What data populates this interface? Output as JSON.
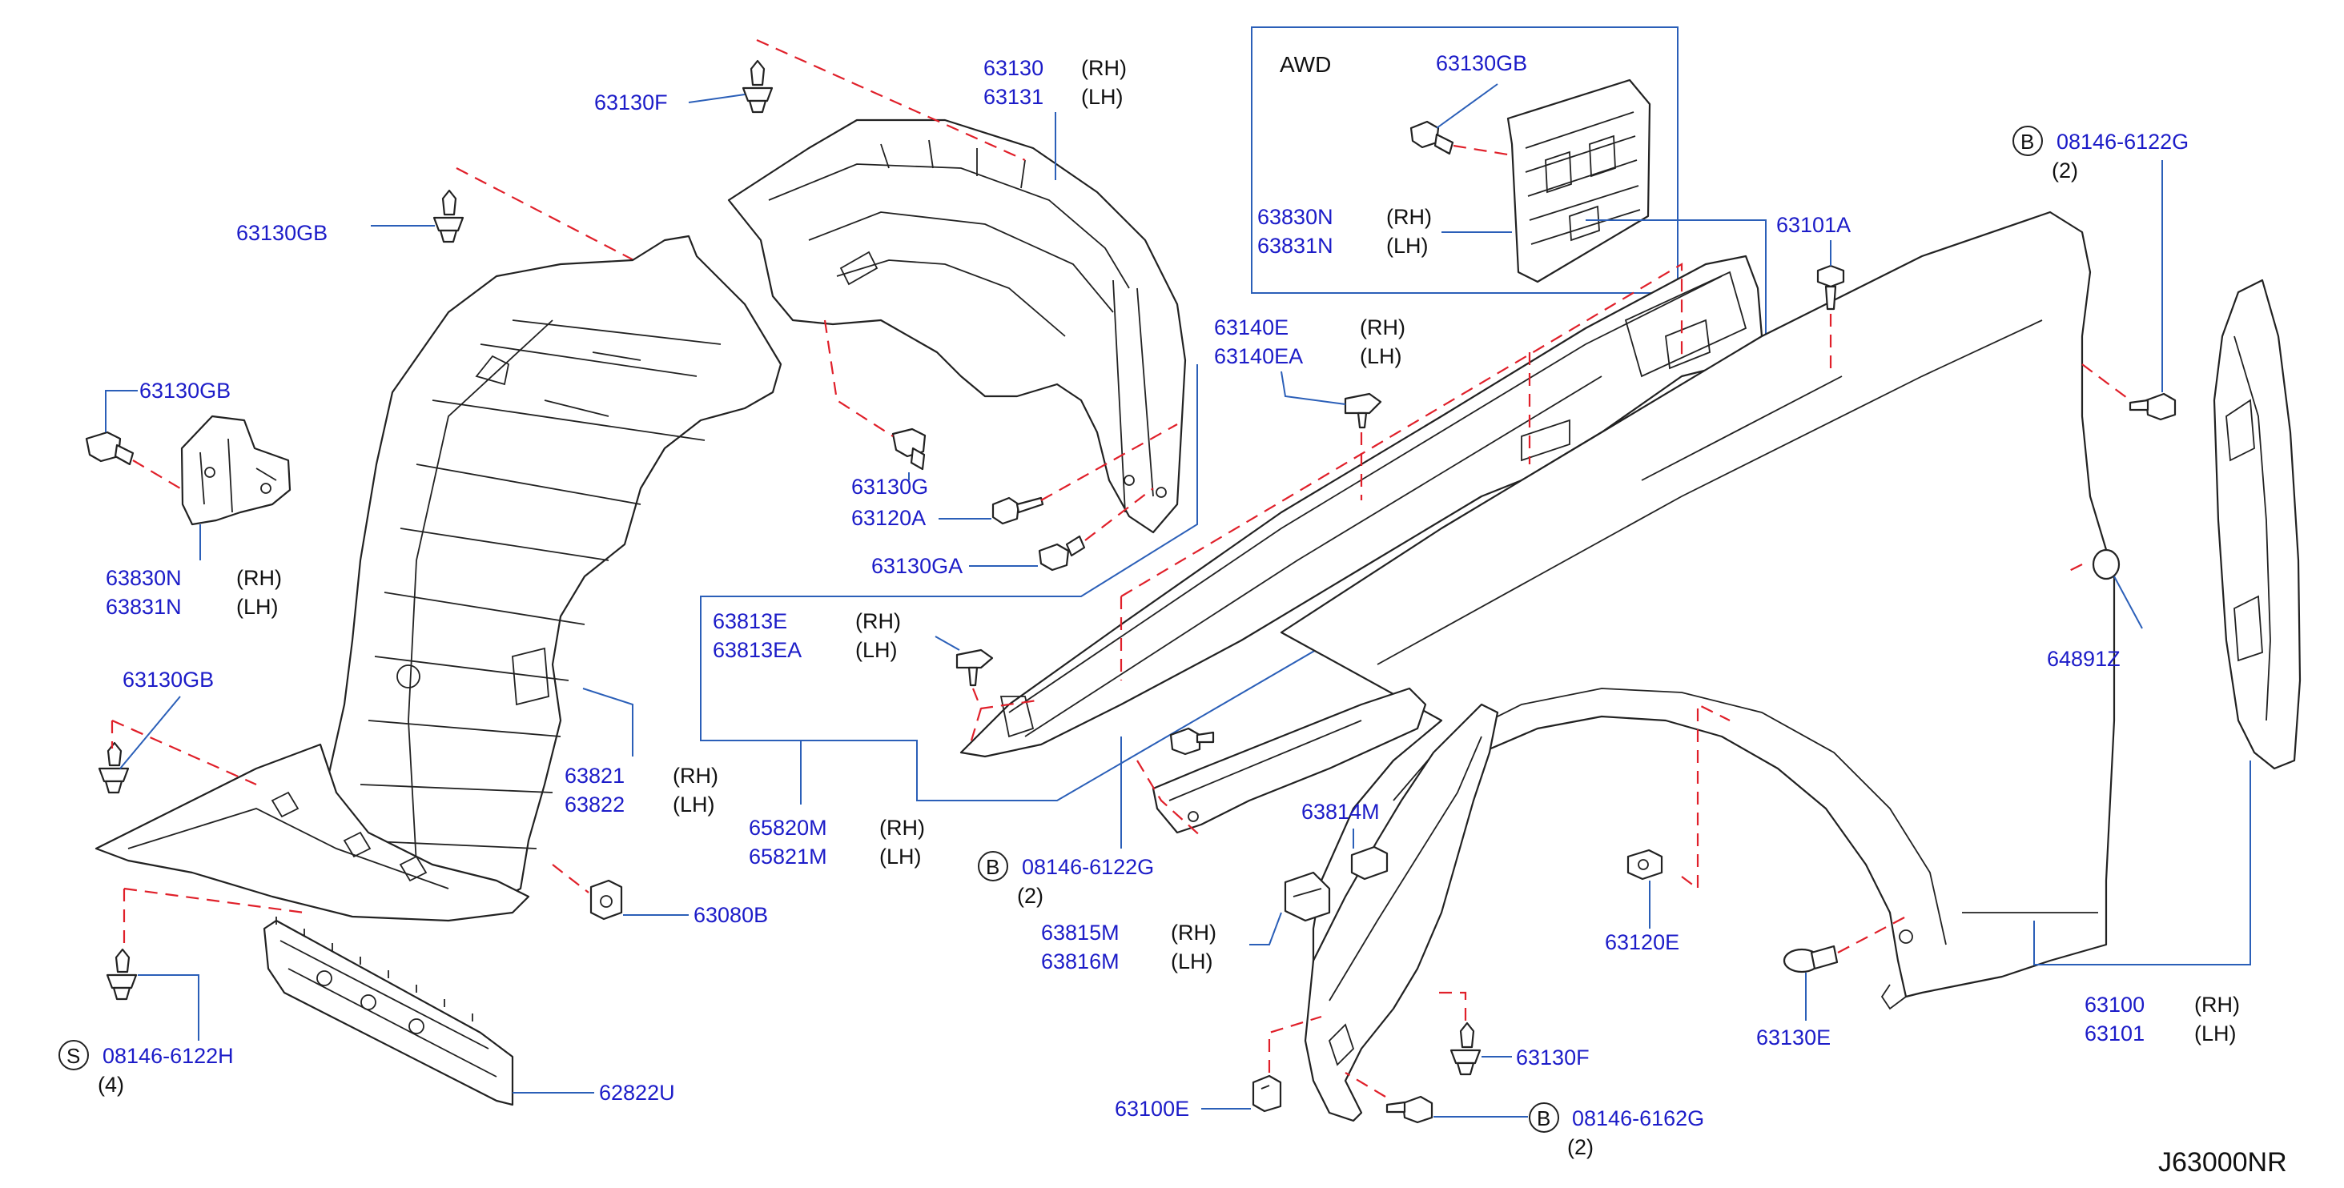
{
  "diagram_code": "J63000NR",
  "awd_box": {
    "header": "AWD",
    "part_a": "63130GB",
    "part_b_rh": "63830N",
    "part_b_lh": "63831N"
  },
  "sides": {
    "rh": "(RH)",
    "lh": "(LH)"
  },
  "labels": {
    "p63130F_top": "63130F",
    "p63130": "63130",
    "p63131": "63131",
    "p63130GB_1": "63130GB",
    "p63130GB_2": "63130GB",
    "p63130GB_3": "63130GB",
    "p63830N": "63830N",
    "p63831N": "63831N",
    "p63130G": "63130G",
    "p63120A": "63120A",
    "p63130GA": "63130GA",
    "p63140E": "63140E",
    "p63140EA": "63140EA",
    "p63101A": "63101A",
    "p08146_6122G_top": "08146-6122G",
    "p08146_6122G_mid": "08146-6122G",
    "p64891Z": "64891Z",
    "p63813E": "63813E",
    "p63813EA": "63813EA",
    "p63821": "63821",
    "p63822": "63822",
    "p65820M": "65820M",
    "p65821M": "65821M",
    "p63814M": "63814M",
    "p63815M": "63815M",
    "p63816M": "63816M",
    "p63080B": "63080B",
    "p63120E": "63120E",
    "p63130E": "63130E",
    "p63100": "63100",
    "p63101": "63101",
    "p08146_6122H": "08146-6122H",
    "p62822U": "62822U",
    "p63130F_bot": "63130F",
    "p63100E": "63100E",
    "p08146_6162G": "08146-6162G"
  },
  "quantities": {
    "q_top_b": "(2)",
    "q_mid_b": "(2)",
    "q_s": "(4)",
    "q_bot_b": "(2)"
  },
  "circled": {
    "b": "B",
    "s": "S"
  }
}
